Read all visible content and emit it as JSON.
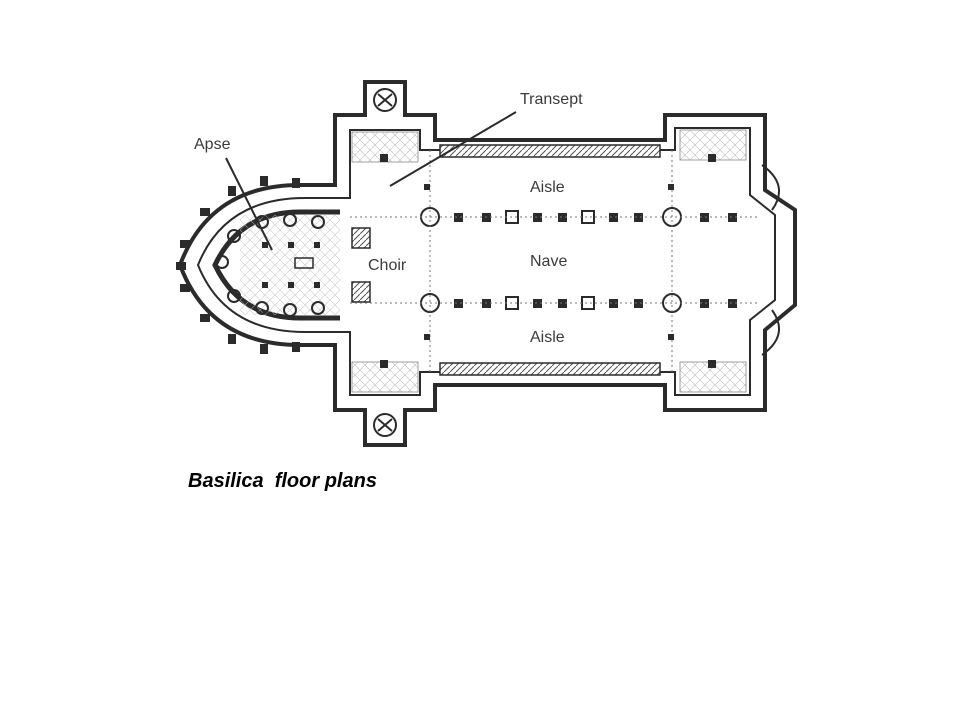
{
  "labels": {
    "apse": "Apse",
    "transept": "Transept",
    "aisle_top": "Aisle",
    "nave": "Nave",
    "aisle_bottom": "Aisle",
    "choir": "Choir"
  },
  "caption": "Basilica  floor plans",
  "colors": {
    "ink": "#2b2b2b",
    "background": "#ffffff"
  }
}
